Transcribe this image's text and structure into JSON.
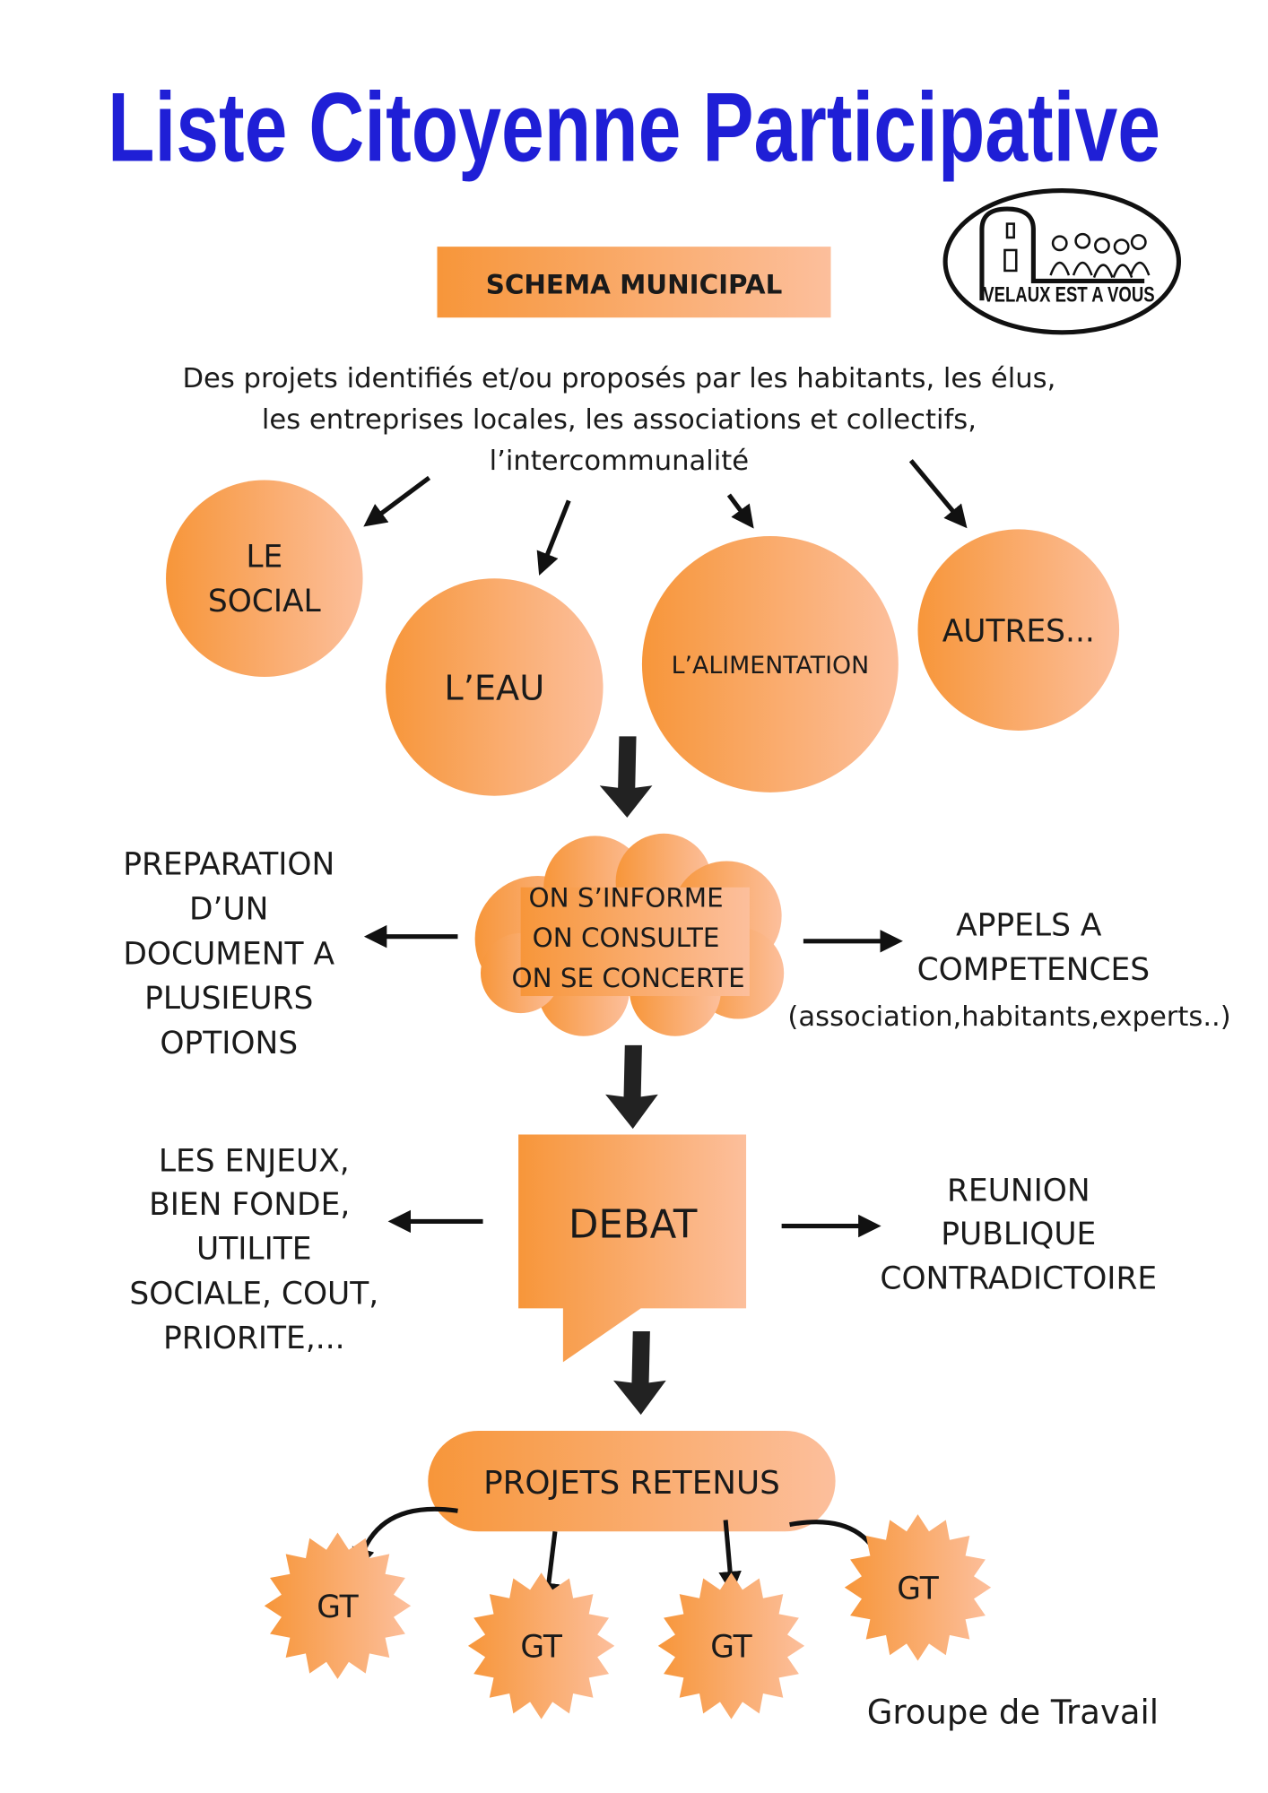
{
  "title": "Liste Citoyenne Participative",
  "header_box": "SCHEMA MUNICIPAL",
  "logo": {
    "text": "VELAUX EST A VOUS"
  },
  "intro": [
    "Des projets identifiés et/ou proposés par les habitants, les élus,",
    "les entreprises locales, les associations et collectifs,",
    "l’intercommunalité"
  ],
  "themes": [
    {
      "lines": [
        "LE",
        "SOCIAL"
      ]
    },
    {
      "lines": [
        "L’EAU"
      ]
    },
    {
      "lines": [
        "L’ALIMENTATION"
      ]
    },
    {
      "lines": [
        "AUTRES..."
      ]
    }
  ],
  "consult": {
    "lines": [
      "ON S’INFORME",
      "ON CONSULTE",
      "ON SE CONCERTE"
    ]
  },
  "left_1": [
    "PREPARATION",
    "D’UN",
    "DOCUMENT A",
    "PLUSIEURS",
    "OPTIONS"
  ],
  "right_1": [
    "APPELS A",
    "COMPETENCES",
    "(association,habitants,experts..)"
  ],
  "debat": "DEBAT",
  "left_2": [
    "LES ENJEUX,",
    "BIEN FONDE,",
    "UTILITE",
    "SOCIALE, COUT,",
    "PRIORITE,..."
  ],
  "right_2": [
    "REUNION",
    "PUBLIQUE",
    "CONTRADICTOIRE"
  ],
  "projets": "PROJETS RETENUS",
  "gt": [
    "GT",
    "GT",
    "GT",
    "GT"
  ],
  "footer": "Groupe de Travail",
  "colors": {
    "title": "#1f1fd6",
    "orange_start": "#f7963a",
    "orange_end": "#fcbf9c",
    "text": "#1a1a1a"
  }
}
